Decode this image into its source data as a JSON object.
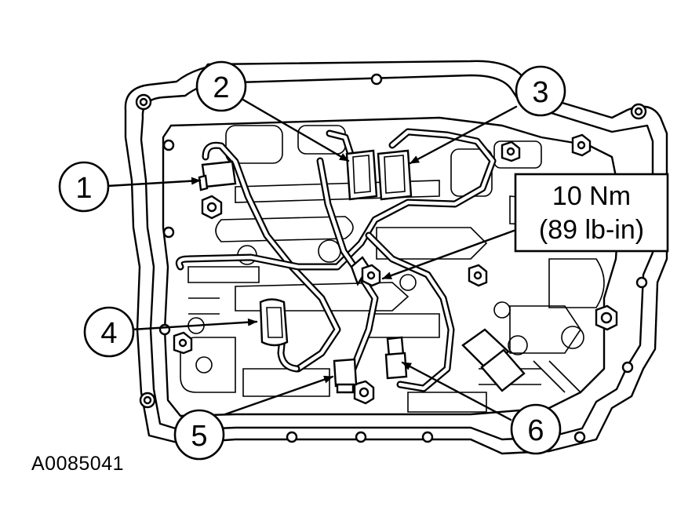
{
  "figure_id": "A0085041",
  "torque_spec": {
    "line1": "10 Nm",
    "line2": "(89 lb-in)"
  },
  "callouts": [
    {
      "id": "1",
      "label": "1"
    },
    {
      "id": "2",
      "label": "2"
    },
    {
      "id": "3",
      "label": "3"
    },
    {
      "id": "4",
      "label": "4"
    },
    {
      "id": "5",
      "label": "5"
    },
    {
      "id": "6",
      "label": "6"
    }
  ]
}
